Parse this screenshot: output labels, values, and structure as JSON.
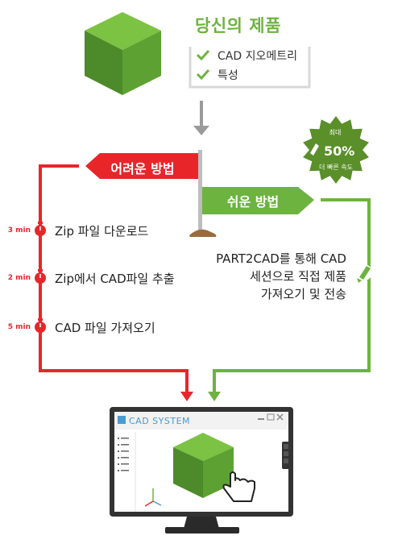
{
  "product": {
    "title": "당신의 제품",
    "features": [
      "CAD 지오메트리",
      "특성"
    ]
  },
  "hard_way": {
    "label": "어려운 방법",
    "steps": [
      {
        "time": "3 min",
        "text": "Zip 파일 다운로드"
      },
      {
        "time": "2 min",
        "text": "Zip에서 CAD파일 추출"
      },
      {
        "time": "5 min",
        "text": "CAD 파일 가져오기"
      }
    ]
  },
  "easy_way": {
    "label": "쉬운 방법",
    "description": [
      "PART2CAD를 통해 CAD",
      "세션으로 직접 제품",
      "가져오기 및 전송"
    ]
  },
  "badge": {
    "top": "최대",
    "percent": "50%",
    "bottom": "더 빠른 속도"
  },
  "cad_window": {
    "title": "CAD SYSTEM"
  },
  "colors": {
    "green": "#6db33f",
    "red": "#e8262a",
    "gray": "#9b9b9b",
    "blue": "#4a9bd0",
    "badge": "#5a8f2a"
  }
}
